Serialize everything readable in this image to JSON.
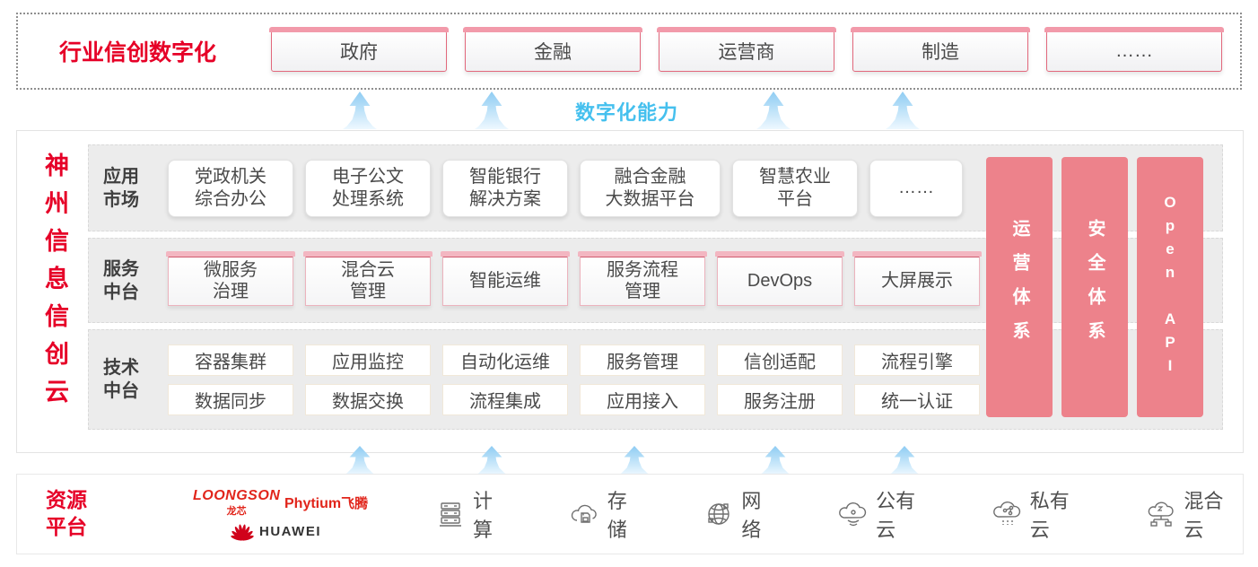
{
  "colors": {
    "accent_red": "#e60027",
    "bar_pink": "#ed828b",
    "capability_blue": "#45c0ee",
    "logo_red": "#e1251b",
    "arrow_blue": "#8fccf3"
  },
  "top_band": {
    "title": "行业信创数字化",
    "industries": [
      "政府",
      "金融",
      "运营商",
      "制造",
      "……"
    ]
  },
  "capability_label": "数字化能力",
  "main": {
    "vertical_title": "神州信息信创云",
    "panels": [
      {
        "label": "应用\n市场",
        "boxes": [
          "党政机关\n综合办公",
          "电子公文\n处理系统",
          "智能银行\n解决方案",
          "融合金融\n大数据平台",
          "智慧农业\n平台",
          "……"
        ]
      },
      {
        "label": "服务\n中台",
        "boxes": [
          "微服务\n治理",
          "混合云\n管理",
          "智能运维",
          "服务流程\n管理",
          "DevOps",
          "大屏展示"
        ]
      },
      {
        "label": "技术\n中台",
        "rows": [
          [
            "容器集群",
            "应用监控",
            "自动化运维",
            "服务管理",
            "信创适配",
            "流程引擎"
          ],
          [
            "数据同步",
            "数据交换",
            "流程集成",
            "应用接入",
            "服务注册",
            "统一认证"
          ]
        ]
      }
    ],
    "side_bars": [
      "运营体系",
      "安全体系",
      "Open API"
    ]
  },
  "resource_band": {
    "label": "资源\n平台",
    "vendors": [
      {
        "name": "LOONGSON",
        "sub": "龙芯"
      },
      {
        "name": "Phytium",
        "sub": "飞腾"
      },
      {
        "name": "HUAWEI"
      }
    ],
    "resources": [
      {
        "icon": "compute-server-icon",
        "label": "计算"
      },
      {
        "icon": "storage-cloud-icon",
        "label": "存储"
      },
      {
        "icon": "network-globe-icon",
        "label": "网络"
      },
      {
        "icon": "public-cloud-icon",
        "label": "公有云"
      },
      {
        "icon": "private-cloud-icon",
        "label": "私有云"
      },
      {
        "icon": "hybrid-cloud-icon",
        "label": "混合云"
      }
    ]
  }
}
